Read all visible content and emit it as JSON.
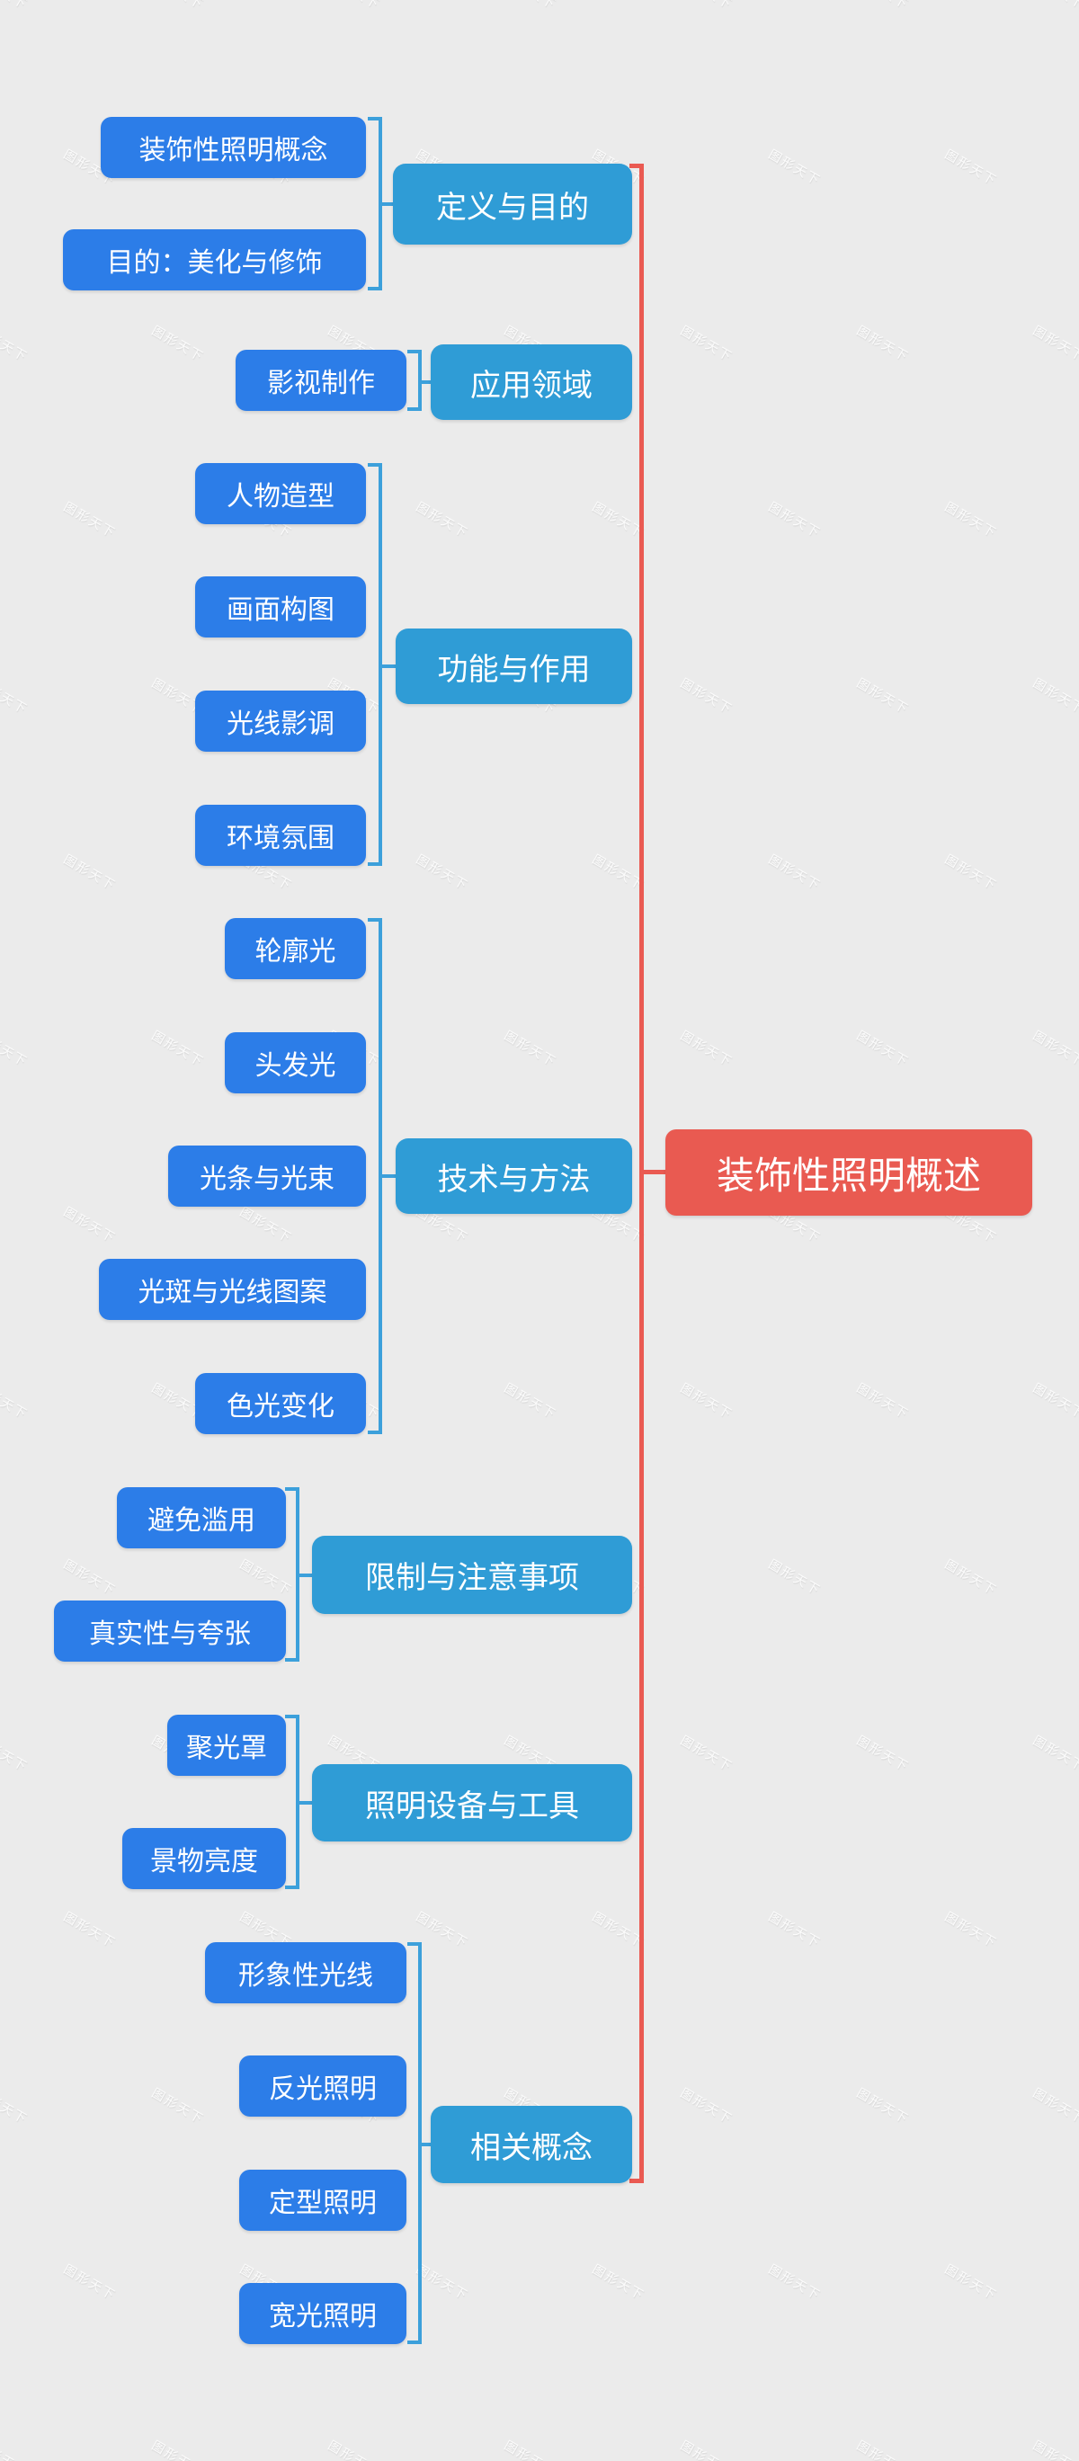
{
  "colors": {
    "background": "#ebebeb",
    "child_node": "#2c7de8",
    "branch_node": "#2f9cd6",
    "root_node": "#e95a51",
    "connector_blue": "#3ca0db",
    "connector_red": "#ea5a52",
    "node_text": "#ffffff"
  },
  "watermark": {
    "text": "图形天下"
  },
  "mindmap": {
    "root": {
      "label": "装饰性照明概述"
    },
    "branches": [
      {
        "label": "定义与目的",
        "children": [
          "装饰性照明概念",
          "目的：美化与修饰"
        ]
      },
      {
        "label": "应用领域",
        "children": [
          "影视制作"
        ]
      },
      {
        "label": "功能与作用",
        "children": [
          "人物造型",
          "画面构图",
          "光线影调",
          "环境氛围"
        ]
      },
      {
        "label": "技术与方法",
        "children": [
          "轮廓光",
          "头发光",
          "光条与光束",
          "光斑与光线图案",
          "色光变化"
        ]
      },
      {
        "label": "限制与注意事项",
        "children": [
          "避免滥用",
          "真实性与夸张"
        ]
      },
      {
        "label": "照明设备与工具",
        "children": [
          "聚光罩",
          "景物亮度"
        ]
      },
      {
        "label": "相关概念",
        "children": [
          "形象性光线",
          "反光照明",
          "定型照明",
          "宽光照明"
        ]
      }
    ]
  }
}
